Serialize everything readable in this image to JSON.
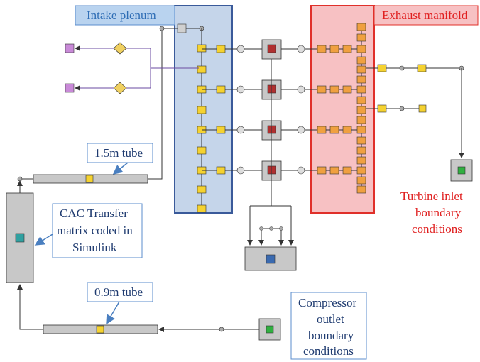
{
  "labels": {
    "intake_plenum": "Intake plenum",
    "exhaust_manifold": "Exhaust manifold",
    "tube_upper": "1.5m tube",
    "tube_lower": "0.9m tube",
    "cac_line1": "CAC Transfer",
    "cac_line2": "matrix coded in",
    "cac_line3": "Simulink",
    "turbine_line1": "Turbine inlet",
    "turbine_line2": "boundary",
    "turbine_line3": "conditions",
    "compressor_line1": "Compressor",
    "compressor_line2": "outlet",
    "compressor_line3": "boundary",
    "compressor_line4": "conditions"
  },
  "colors": {
    "intake_fill": "#c5d5ea",
    "intake_border": "#3a5a9a",
    "exhaust_fill": "#f7c1c3",
    "exhaust_border": "#e0302a",
    "label_blue": "#2e6db5",
    "label_red": "#e02020",
    "block_gray": "#c8c8c8",
    "yellow_block": "#f5d230",
    "orange_block": "#f0a040"
  },
  "icons": {
    "intake_block": "yellow-striped-pipe-icon",
    "exhaust_block": "orange-striped-pipe-icon",
    "cylinder": "engine-cylinder-icon",
    "sensor": "purple-sensor-icon",
    "injector": "injector-diamond-icon",
    "boundary": "green-boundary-icon",
    "simulink": "simulink-matrix-icon"
  }
}
